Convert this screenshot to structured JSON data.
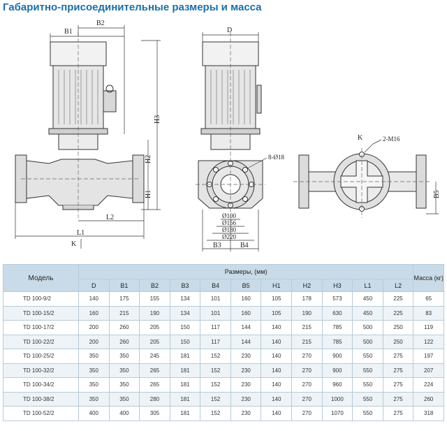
{
  "title": "Габаритно-присоединительные размеры и масса",
  "drawing": {
    "labels": {
      "b1": "B1",
      "b2": "B2",
      "d": "D",
      "h1": "H1",
      "h2": "H2",
      "h3": "H3",
      "l1": "L1",
      "l2": "L2",
      "k": "K",
      "b3": "B3",
      "b4": "B4",
      "b5": "B5",
      "bolts": "8-Ø18",
      "m16": "2-M16",
      "d100": "Ø100",
      "d156": "Ø156",
      "d180": "Ø180",
      "d220": "Ø220"
    }
  },
  "table": {
    "model_header": "Модель",
    "dims_header": "Размеры, (мм)",
    "mass_header": "Масса (кг)",
    "columns": [
      "D",
      "B1",
      "B2",
      "B3",
      "B4",
      "B5",
      "H1",
      "H2",
      "H3",
      "L1",
      "L2"
    ],
    "rows": [
      {
        "model": "TD 100-9/2",
        "values": [
          "140",
          "175",
          "155",
          "134",
          "101",
          "160",
          "105",
          "178",
          "573",
          "450",
          "225"
        ],
        "mass": "65"
      },
      {
        "model": "TD 100-15/2",
        "values": [
          "160",
          "215",
          "190",
          "134",
          "101",
          "160",
          "105",
          "190",
          "630",
          "450",
          "225"
        ],
        "mass": "83"
      },
      {
        "model": "TD 100-17/2",
        "values": [
          "200",
          "260",
          "205",
          "150",
          "117",
          "144",
          "140",
          "215",
          "785",
          "500",
          "250"
        ],
        "mass": "119"
      },
      {
        "model": "TD 100-22/2",
        "values": [
          "200",
          "260",
          "205",
          "150",
          "117",
          "144",
          "140",
          "215",
          "785",
          "500",
          "250"
        ],
        "mass": "122"
      },
      {
        "model": "TD 100-25/2",
        "values": [
          "350",
          "350",
          "245",
          "181",
          "152",
          "230",
          "140",
          "270",
          "900",
          "550",
          "275"
        ],
        "mass": "197"
      },
      {
        "model": "TD 100-32/2",
        "values": [
          "350",
          "350",
          "265",
          "181",
          "152",
          "230",
          "140",
          "270",
          "900",
          "550",
          "275"
        ],
        "mass": "207"
      },
      {
        "model": "TD 100-34/2",
        "values": [
          "350",
          "350",
          "265",
          "181",
          "152",
          "230",
          "140",
          "270",
          "960",
          "550",
          "275"
        ],
        "mass": "224"
      },
      {
        "model": "TD 100-38/2",
        "values": [
          "350",
          "350",
          "280",
          "181",
          "152",
          "230",
          "140",
          "270",
          "1000",
          "550",
          "275"
        ],
        "mass": "260"
      },
      {
        "model": "TD 100-52/2",
        "values": [
          "400",
          "400",
          "305",
          "181",
          "152",
          "230",
          "140",
          "270",
          "1070",
          "550",
          "275"
        ],
        "mass": "318"
      }
    ]
  }
}
